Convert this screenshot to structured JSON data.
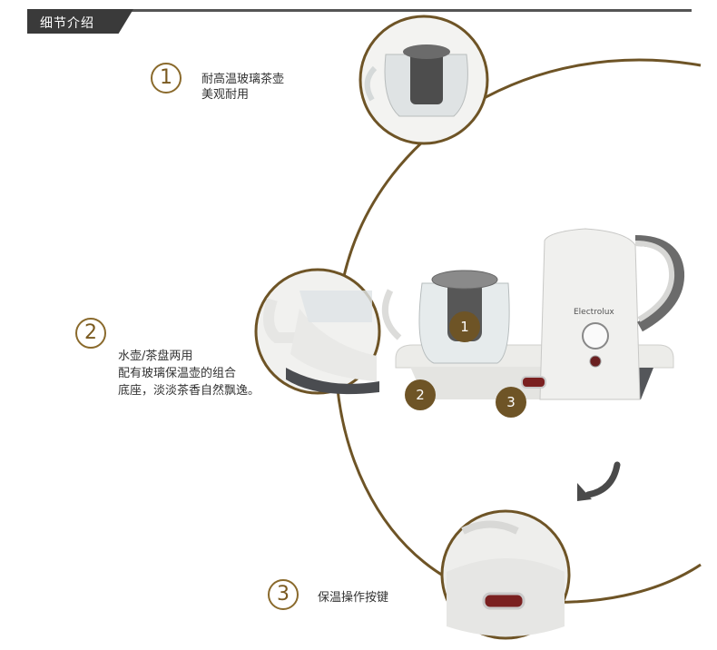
{
  "section_title": "细节介绍",
  "features": [
    {
      "number": "1",
      "lines": [
        "耐高温玻璃茶壶",
        "美观耐用"
      ]
    },
    {
      "number": "2",
      "lines": [
        "水壶/茶盘两用",
        "配有玻璃保温壶的组合",
        "底座，淡淡茶香自然飘逸。"
      ]
    },
    {
      "number": "3",
      "lines": [
        "保温操作按键"
      ]
    }
  ],
  "product_markers": [
    "1",
    "2",
    "3"
  ],
  "brand_label": "Electrolux",
  "colors": {
    "accent": "#6e5426",
    "ring": "#8a6a2c",
    "header": "#3a3a3a"
  },
  "icons": [
    "arrow-curve-icon"
  ]
}
